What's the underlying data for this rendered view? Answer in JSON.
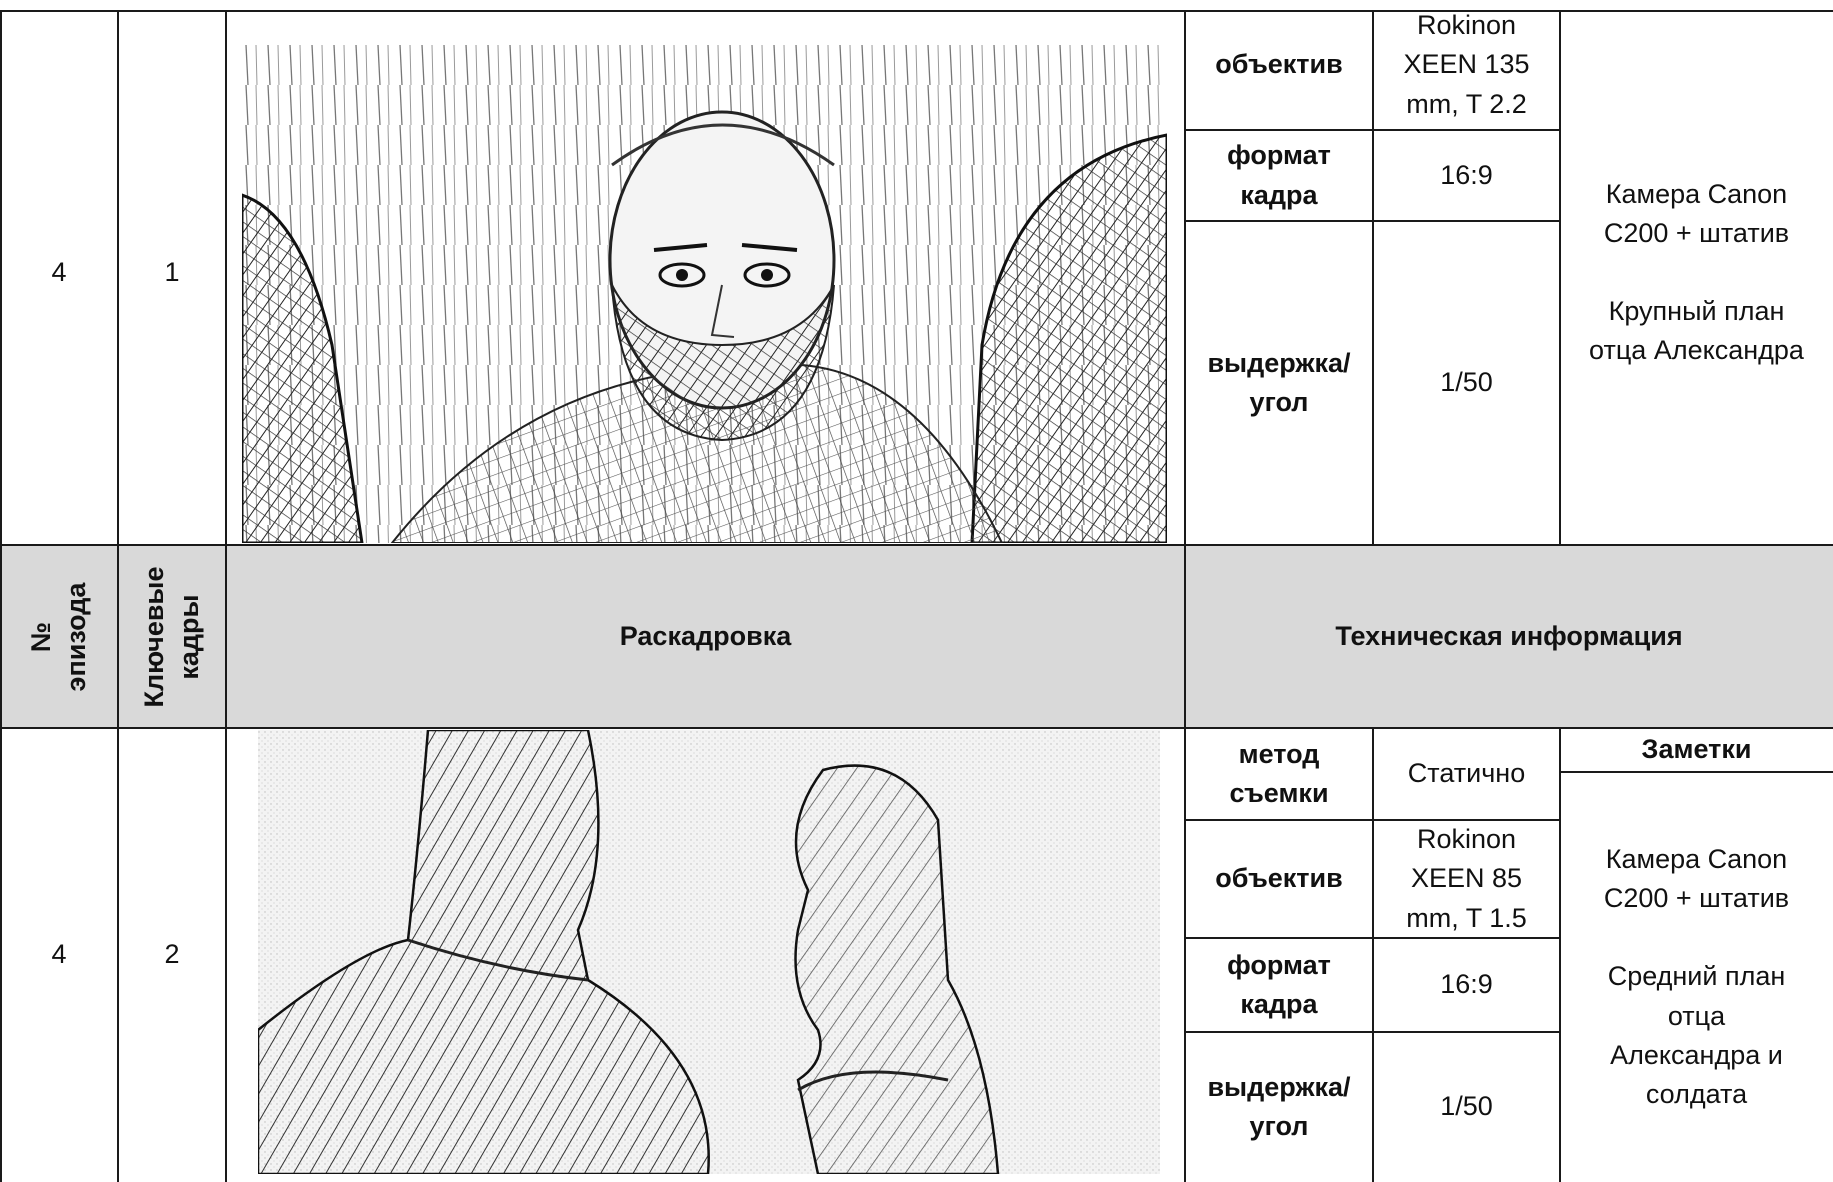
{
  "header": {
    "episode_label": "№\nэпизода",
    "keyframes_label": "Ключевые\nкадры",
    "storyboard_label": "Раскадровка",
    "tech_label": "Техническая информация"
  },
  "shots": [
    {
      "episode": "4",
      "frame": "1",
      "tech": [
        {
          "key": "объектив",
          "value": "Rokinon\nXEEN 135\nmm, T 2.2"
        },
        {
          "key": "формат\nкадра",
          "value": "16:9"
        },
        {
          "key": "выдержка/\nугол",
          "value": "1/50"
        }
      ],
      "notes": "Камера Canon\nC200 + штатив\n\nКрупный план\nотца Александра"
    },
    {
      "episode": "4",
      "frame": "2",
      "tech": [
        {
          "key": "метод\nсъемки",
          "value": "Статично"
        },
        {
          "key": "объектив",
          "value": "Rokinon\nXEEN 85\nmm, T 1.5"
        },
        {
          "key": "формат\nкадра",
          "value": "16:9"
        },
        {
          "key": "выдержка/\nугол",
          "value": "1/50"
        }
      ],
      "notes_header": "Заметки",
      "notes": "Камера Canon\nC200 + штатив\n\nСредний план\nотца\nАлександра и\nсолдата"
    }
  ]
}
